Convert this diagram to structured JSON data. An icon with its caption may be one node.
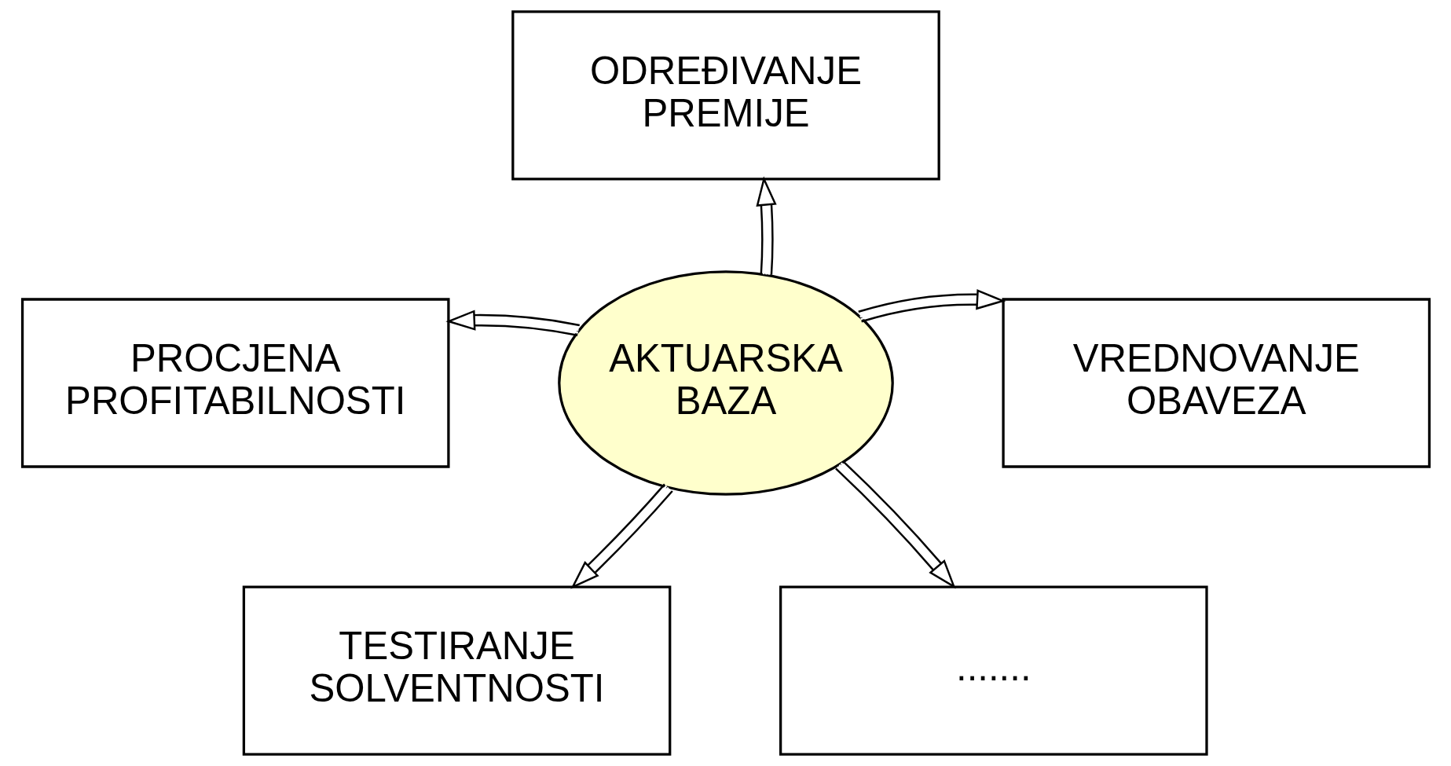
{
  "diagram": {
    "nodes": [
      {
        "text": [
          "ODREĐIVANJE PREMIJE"
        ]
      },
      {
        "text": [
          "PROCJENA PROFITABILNOSTI"
        ]
      },
      {
        "text": [
          "AKTUARSKA BAZA"
        ]
      },
      {
        "text": [
          "VREDNOVANJE OBAVEZA"
        ]
      },
      {
        "text": [
          "TESTIRANJE SOLVENTNOSTI"
        ]
      },
      {
        "text": [
          "......."
        ]
      }
    ],
    "edges": [
      {
        "from": 2,
        "to": 0,
        "arrow": "to"
      },
      {
        "from": 2,
        "to": 1,
        "arrow": "to"
      },
      {
        "from": 2,
        "to": 3,
        "arrow": "to"
      },
      {
        "from": 2,
        "to": 4,
        "arrow": "to"
      },
      {
        "from": 2,
        "to": 5,
        "arrow": "to"
      }
    ]
  }
}
